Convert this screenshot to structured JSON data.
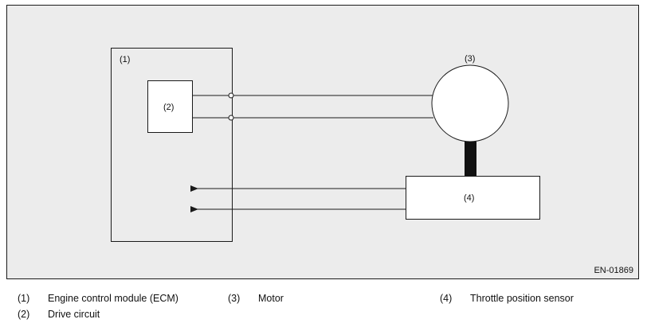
{
  "diagram": {
    "labels": {
      "ecm": "(1)",
      "drive_circuit": "(2)",
      "motor": "(3)",
      "sensor": "(4)"
    },
    "figure_id": "EN-01869"
  },
  "legend": {
    "items": [
      {
        "num": "(1)",
        "text": "Engine control module (ECM)"
      },
      {
        "num": "(2)",
        "text": "Drive circuit"
      },
      {
        "num": "(3)",
        "text": "Motor"
      },
      {
        "num": "(4)",
        "text": "Throttle position sensor"
      }
    ]
  },
  "colors": {
    "frame_fill": "#ececec",
    "line": "#1a1a1a",
    "box_fill": "#ffffff"
  }
}
